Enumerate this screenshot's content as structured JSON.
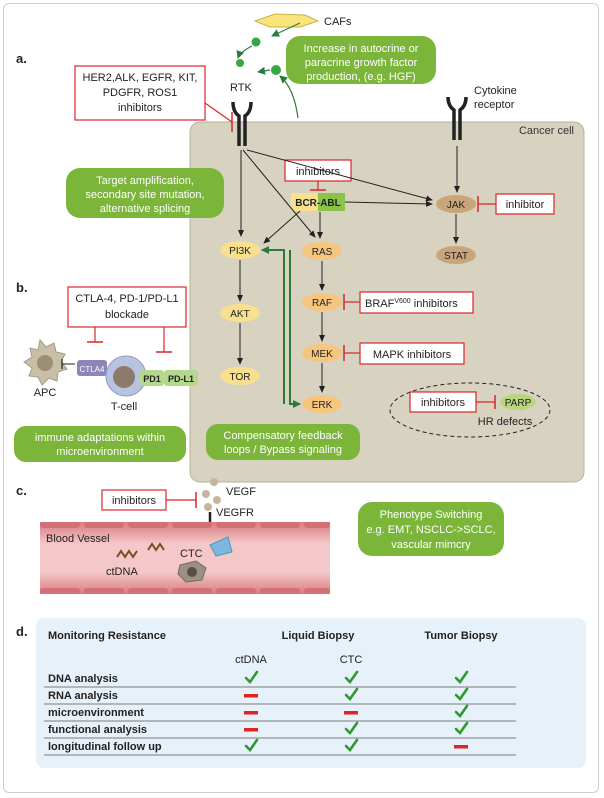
{
  "panel_letters": {
    "a": "a.",
    "b": "b.",
    "c": "c.",
    "d": "d."
  },
  "panel_a": {
    "cafs": "CAFs",
    "growth_factor_box": [
      "Increase in autocrine or",
      "paracrine growth factor",
      "production,  (e.g. HGF)"
    ],
    "rtk": "RTK",
    "rtk_inhibitor_box": [
      "HER2,ALK, EGFR, KIT,",
      "PDGFR, ROS1",
      "inhibitors"
    ],
    "cytokine_receptor": [
      "Cytokine",
      "receptor"
    ],
    "cancer_cell": "Cancer cell",
    "target_amp_box": [
      "Target amplification,",
      "secondary site mutation,",
      "alternative splicing"
    ],
    "inhibitors_top": "inhibitors",
    "bcr_abl": "BCR-ABL",
    "jak": "JAK",
    "jak_inhibitor": "inhibitor",
    "stat": "STAT",
    "pi3k": "PI3K",
    "akt": "AKT",
    "tor": "TOR",
    "ras": "RAS",
    "raf": "RAF",
    "braf_inhib_main": "BRAF",
    "braf_inhib_sup": "V600",
    "braf_inhib_tail": " inhibitors",
    "mek": "MEK",
    "mapk_inhib": "MAPK inhibitors",
    "erk": "ERK",
    "parp_inhib": "inhibitors",
    "parp": "PARP",
    "hr_defects": "HR defects",
    "feedback_box": [
      "Compensatory feedback",
      "loops / Bypass signaling"
    ]
  },
  "panel_b": {
    "checkpoint_box": [
      "CTLA-4, PD-1/PD-L1",
      "blockade"
    ],
    "apc": "APC",
    "ctla4": "CTLA4",
    "pd1": "PD1",
    "pdl1": "PD-L1",
    "tcell": "T-cell",
    "immune_box": [
      "immune adaptations within",
      "microenvironment"
    ]
  },
  "panel_c": {
    "inhibitors": "inhibitors",
    "vegf": "VEGF",
    "vegfr": "VEGFR",
    "blood_vessel": "Blood Vessel",
    "ctc": "CTC",
    "ctdna": "ctDNA",
    "phenotype_box": [
      "Phenotype Switching",
      "e.g. EMT, NSCLC->SCLC,",
      "vascular mimcry"
    ]
  },
  "panel_d": {
    "title": "Monitoring Resistance",
    "liquid_biopsy": "Liquid Biopsy",
    "tumor_biopsy": "Tumor Biopsy",
    "col_ctdna": "ctDNA",
    "col_ctc": "CTC",
    "rows": [
      {
        "label": "DNA analysis",
        "marks": [
          "check",
          "check",
          "check"
        ]
      },
      {
        "label": "RNA analysis",
        "marks": [
          "dash",
          "check",
          "check"
        ]
      },
      {
        "label": "microenvironment",
        "marks": [
          "dash",
          "dash",
          "check"
        ]
      },
      {
        "label": "functional analysis",
        "marks": [
          "dash",
          "check",
          "check"
        ]
      },
      {
        "label": "longitudinal follow up",
        "marks": [
          "check",
          "check",
          "dash"
        ]
      }
    ]
  },
  "colors": {
    "green_box": "#7bb53a",
    "cell": "#d8d2c0",
    "red": "#d9262b",
    "node": "#f8e08e",
    "dark_green": "#2b7a3d",
    "table_bg": "#e7f1f9",
    "vessel": "#e8a3a6"
  }
}
